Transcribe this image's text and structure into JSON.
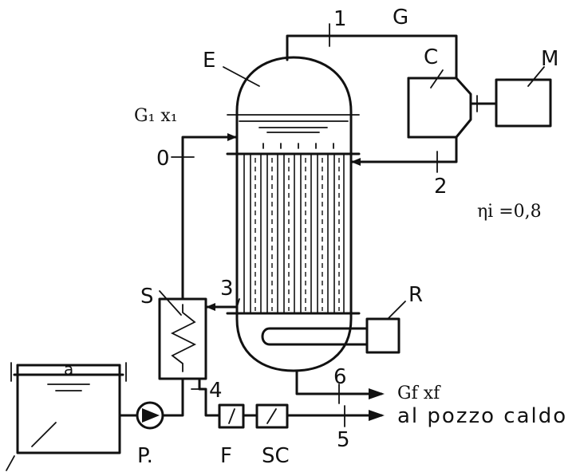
{
  "labels": {
    "E": "E",
    "C": "C",
    "M": "M",
    "G": "G",
    "S": "S",
    "R": "R",
    "P": "P.",
    "F": "F",
    "SC": "SC",
    "a": "a",
    "n0": "0",
    "n1": "1",
    "n2": "2",
    "n3": "3",
    "n4": "4",
    "n5": "5",
    "n6": "6"
  },
  "annotations": {
    "inlet_state": "G₁ x₁",
    "outlet_state": "Gf xf",
    "efficiency": "ηi =0,8",
    "destination": "al pozzo caldo"
  }
}
